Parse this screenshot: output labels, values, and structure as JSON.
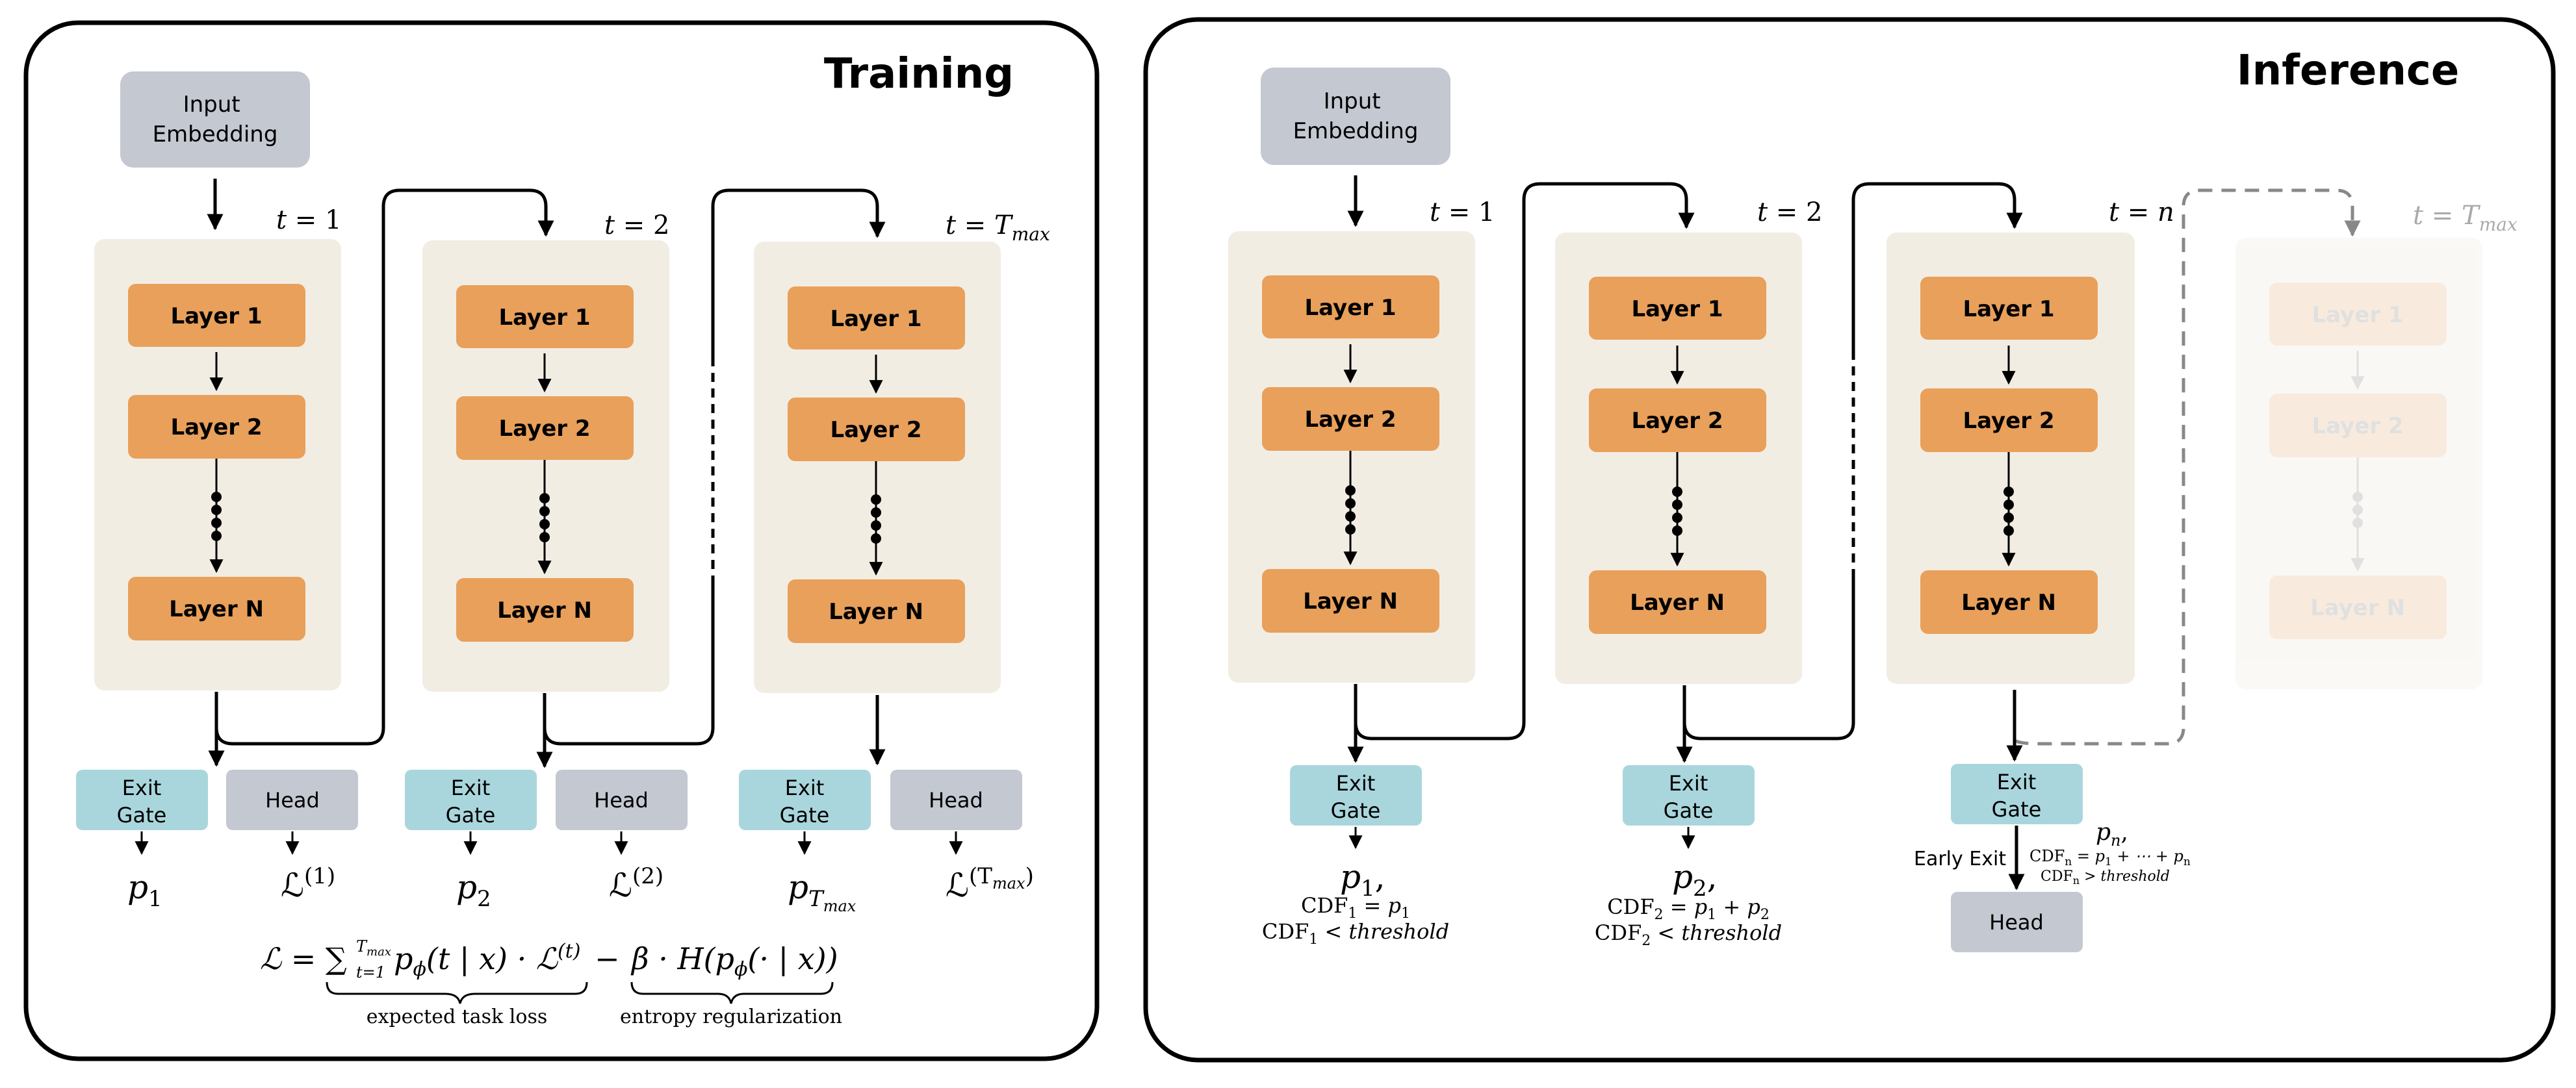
{
  "training": {
    "title": "Training",
    "input": [
      "Input",
      "Embedding"
    ],
    "steps": [
      {
        "t_base": "t = ",
        "t_val": "1",
        "t_sub": ""
      },
      {
        "t_base": "t = ",
        "t_val": "2",
        "t_sub": ""
      },
      {
        "t_base": "t = ",
        "t_val": "T",
        "t_sub": "max"
      }
    ],
    "layers": [
      "Layer 1",
      "Layer 2",
      "Layer N"
    ],
    "exit_gate": [
      "Exit",
      "Gate"
    ],
    "head": "Head",
    "probs": [
      {
        "base": "p",
        "sub": "1"
      },
      {
        "base": "p",
        "sub": "2"
      },
      {
        "base": "p",
        "sub": "T",
        "subsub": "max"
      }
    ],
    "losses": [
      {
        "base": "ℒ",
        "sup": "(1)"
      },
      {
        "base": "ℒ",
        "sup": "(2)"
      },
      {
        "base": "ℒ",
        "sup": "(T",
        "supsub": "max",
        "supclose": ")"
      }
    ],
    "formula": {
      "lhs": "ℒ = ",
      "sum": "∑",
      "sum_upper": "T",
      "sum_upper_sub": "max",
      "sum_lower": "t=1",
      "term1": "p",
      "term1_sub": "ϕ",
      "term1_rest": "(t | x) · ℒ",
      "term1_sup": "(t)",
      "minus": "−",
      "term2": "β · H(p",
      "term2_sub": "ϕ",
      "term2_rest": "(· | x))",
      "brace1_label": "expected task loss",
      "brace2_label": "entropy regularization"
    }
  },
  "inference": {
    "title": "Inference",
    "input": [
      "Input",
      "Embedding"
    ],
    "steps": [
      {
        "t_base": "t = ",
        "t_val": "1",
        "t_sub": ""
      },
      {
        "t_base": "t = ",
        "t_val": "2",
        "t_sub": ""
      },
      {
        "t_base": "t = ",
        "t_val": "n",
        "t_sub": ""
      },
      {
        "t_base": "t = ",
        "t_val": "T",
        "t_sub": "max"
      }
    ],
    "layers": [
      "Layer 1",
      "Layer 2",
      "Layer N"
    ],
    "exit_gate": [
      "Exit",
      "Gate"
    ],
    "head": "Head",
    "early_exit": "Early Exit",
    "p1": {
      "base": "p",
      "sub": "1",
      "comma": ","
    },
    "p2": {
      "base": "p",
      "sub": "2",
      "comma": ","
    },
    "pn": {
      "base": "p",
      "sub": "n",
      "comma": ","
    },
    "cdf1_eq": {
      "a": "CDF",
      "a_sub": "1",
      "b": " = p",
      "b_sub": "1"
    },
    "cdf1_th": {
      "a": "CDF",
      "a_sub": "1",
      "b": " < ",
      "th": "threshold"
    },
    "cdf2_eq": {
      "a": "CDF",
      "a_sub": "2",
      "b": " = p",
      "b_sub": "1",
      "c": " + p",
      "c_sub": "2"
    },
    "cdf2_th": {
      "a": "CDF",
      "a_sub": "2",
      "b": " < ",
      "th": "threshold"
    },
    "cdfn_eq": {
      "a": "CDF",
      "a_sub": "n",
      "b": " = p",
      "b_sub": "1",
      "c": " + ⋯ + p",
      "c_sub": "n"
    },
    "cdfn_th": {
      "a": "CDF",
      "a_sub": "n",
      "b": " > ",
      "th": "threshold"
    }
  },
  "colors": {
    "panel_border": "#000000",
    "block_bg": "#f2ede3",
    "layer": "#e8a05b",
    "input": "#c3c8d1",
    "exit_gate": "#a9d6dc",
    "head": "#c3c8d1",
    "faded_dash": "#888888"
  }
}
